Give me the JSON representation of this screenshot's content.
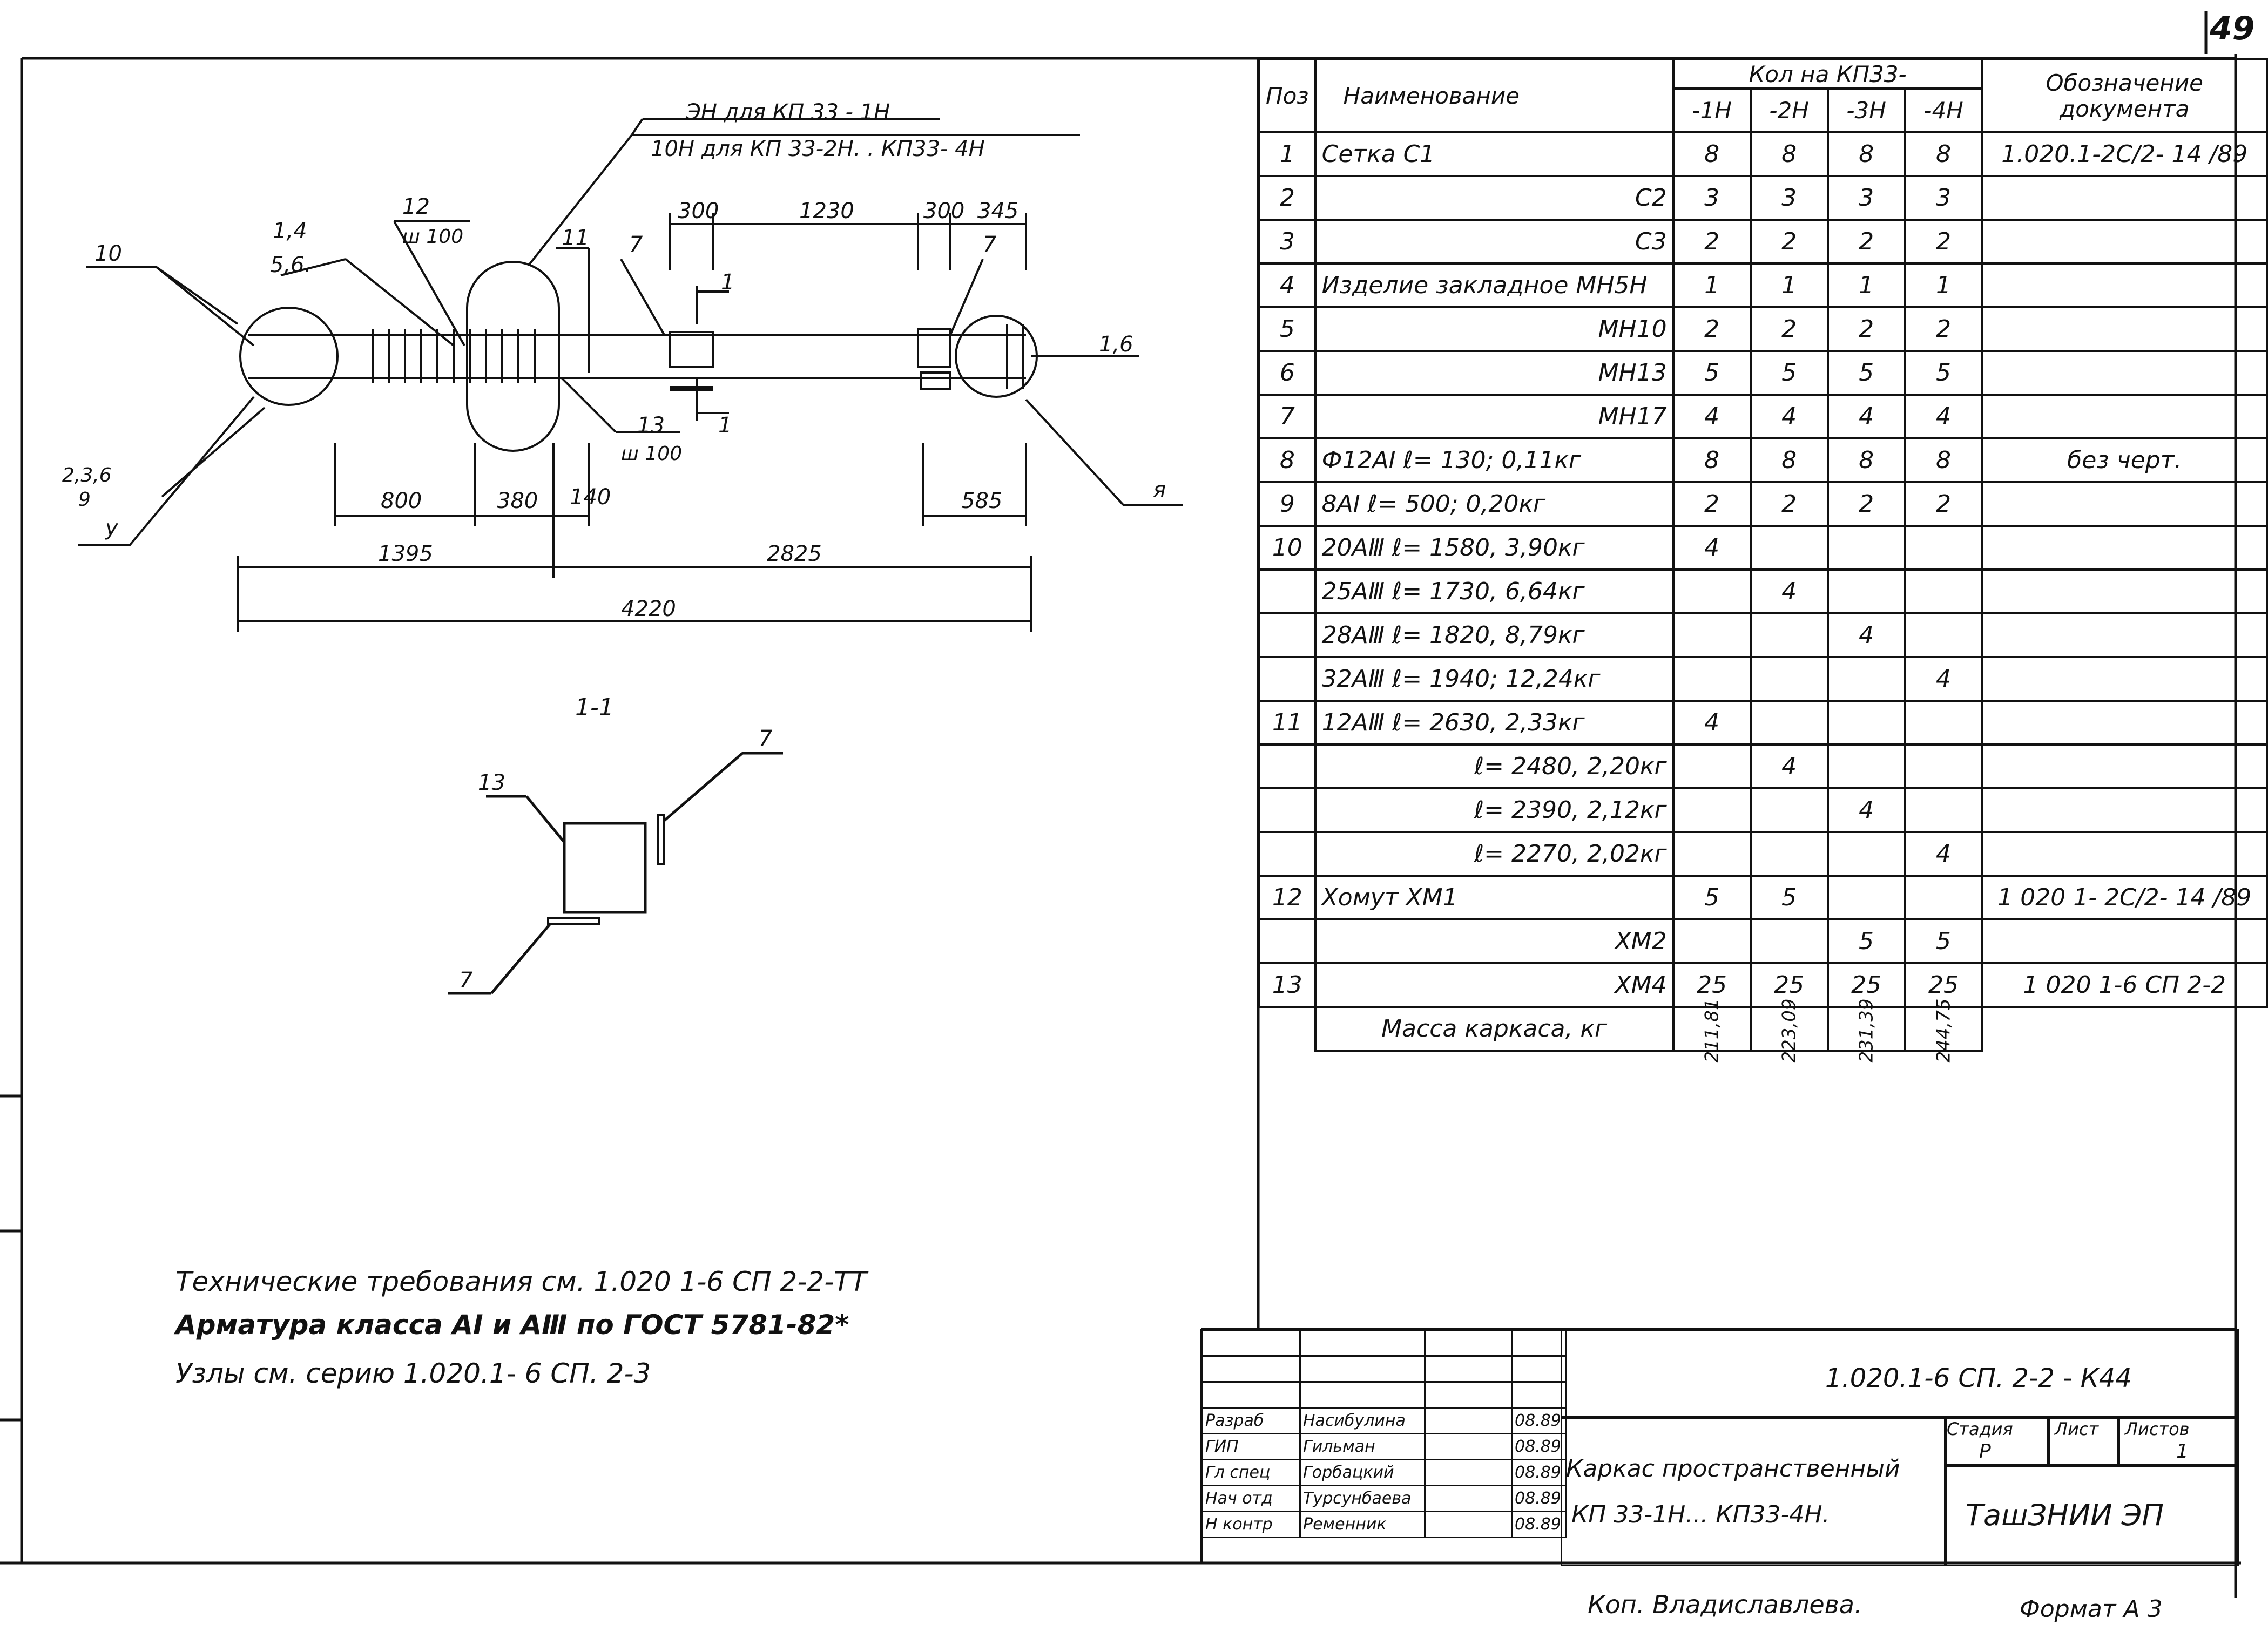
{
  "page_number": "49",
  "drawing": {
    "callout_top_1": "ЭН для КП 33 - 1Н",
    "callout_top_2": "10Н для КП 33-2Н. . КП33- 4Н",
    "dims_top": [
      "300",
      "1230",
      "300",
      "345"
    ],
    "dims_bottom": [
      "800",
      "380",
      "140",
      "585"
    ],
    "dims_total": [
      "1395",
      "2825",
      "4220"
    ],
    "label_10": "10",
    "label_14_58": [
      "1,4",
      "5,6."
    ],
    "label_12": "12",
    "label_12_sub": "ш 100",
    "label_11": "11",
    "label_7a": "7",
    "label_7b": "7",
    "label_1a": "1",
    "label_1b": "1",
    "label_13": "13",
    "label_13_sub": "ш 100",
    "label_16": "1,6",
    "label_236": "2,3,6",
    "label_9": "9",
    "label_y": "у",
    "label_ya": "я"
  },
  "section": {
    "title": "1-1",
    "label_13": "13",
    "label_7_top": "7",
    "label_7_bottom": "7"
  },
  "spec_table": {
    "headers": {
      "pos": "Поз",
      "name": "Наименование",
      "qty": "Кол на КП33-",
      "qty_cols": [
        "-1Н",
        "-2Н",
        "-3Н",
        "-4Н"
      ],
      "doc": "Обозначение документа"
    },
    "rows": [
      {
        "pos": "1",
        "name": "Сетка  С1",
        "q": [
          "8",
          "8",
          "8",
          "8"
        ],
        "doc": "1.020.1-2С/2- 14 /89"
      },
      {
        "pos": "2",
        "name": "С2",
        "q": [
          "3",
          "3",
          "3",
          "3"
        ],
        "doc": ""
      },
      {
        "pos": "3",
        "name": "С3",
        "q": [
          "2",
          "2",
          "2",
          "2"
        ],
        "doc": ""
      },
      {
        "pos": "4",
        "name": "Изделие закладное МН5Н",
        "q": [
          "1",
          "1",
          "1",
          "1"
        ],
        "doc": ""
      },
      {
        "pos": "5",
        "name": "МН10",
        "q": [
          "2",
          "2",
          "2",
          "2"
        ],
        "doc": ""
      },
      {
        "pos": "6",
        "name": "МН13",
        "q": [
          "5",
          "5",
          "5",
          "5"
        ],
        "doc": ""
      },
      {
        "pos": "7",
        "name": "МН17",
        "q": [
          "4",
          "4",
          "4",
          "4"
        ],
        "doc": ""
      },
      {
        "pos": "8",
        "name": "Ф12АI    ℓ= 130;  0,11кг",
        "q": [
          "8",
          "8",
          "8",
          "8"
        ],
        "doc": "без черт."
      },
      {
        "pos": "9",
        "name": "8АI      ℓ= 500;  0,20кг",
        "q": [
          "2",
          "2",
          "2",
          "2"
        ],
        "doc": ""
      },
      {
        "pos": "10",
        "name": "20АⅢ  ℓ= 1580,  3,90кг",
        "q": [
          "4",
          "",
          "",
          ""
        ],
        "doc": ""
      },
      {
        "pos": "",
        "name": "25АⅢ  ℓ= 1730,  6,64кг",
        "q": [
          "",
          "4",
          "",
          ""
        ],
        "doc": ""
      },
      {
        "pos": "",
        "name": "28АⅢ  ℓ= 1820,  8,79кг",
        "q": [
          "",
          "",
          "4",
          ""
        ],
        "doc": ""
      },
      {
        "pos": "",
        "name": "32АⅢ  ℓ= 1940;  12,24кг",
        "q": [
          "",
          "",
          "",
          "4"
        ],
        "doc": ""
      },
      {
        "pos": "11",
        "name": "12АⅢ  ℓ= 2630,  2,33кг",
        "q": [
          "4",
          "",
          "",
          ""
        ],
        "doc": ""
      },
      {
        "pos": "",
        "name": "ℓ= 2480,  2,20кг",
        "q": [
          "",
          "4",
          "",
          ""
        ],
        "doc": ""
      },
      {
        "pos": "",
        "name": "ℓ= 2390,  2,12кг",
        "q": [
          "",
          "",
          "4",
          ""
        ],
        "doc": ""
      },
      {
        "pos": "",
        "name": "ℓ= 2270,  2,02кг",
        "q": [
          "",
          "",
          "",
          "4"
        ],
        "doc": ""
      },
      {
        "pos": "12",
        "name": "Хомут  ХМ1",
        "q": [
          "5",
          "5",
          "",
          ""
        ],
        "doc": "1 020 1- 2С/2- 14 /89"
      },
      {
        "pos": "",
        "name": "ХМ2",
        "q": [
          "",
          "",
          "5",
          "5"
        ],
        "doc": ""
      },
      {
        "pos": "13",
        "name": "ХМ4",
        "q": [
          "25",
          "25",
          "25",
          "25"
        ],
        "doc": "1 020 1-6 СП 2-2"
      }
    ],
    "mass_label": "Масса каркаса, кг",
    "mass": [
      "211,81",
      "223,09",
      "231,39",
      "244,75"
    ]
  },
  "notes": [
    "Технические требования см. 1.020 1-6 СП 2-2-ТТ",
    "Арматура  класса  АI и АⅢ  по ГОСТ 5781-82*",
    "Узлы  см.  серию  1.020.1- 6 СП. 2-3"
  ],
  "title_block": {
    "code": "1.020.1-6 СП. 2-2 - К44",
    "roles": [
      "Разраб",
      "ГИП",
      "Гл спец",
      "Нач отд",
      "Н контр"
    ],
    "names": [
      "Насибулина",
      "Гильман",
      "Горбацкий",
      "Турсунбаева",
      "Ременник"
    ],
    "dates": [
      "08.89",
      "08.89",
      "08.89",
      "08.89",
      "08.89"
    ],
    "title_1": "Каркас пространственный",
    "title_2": "КП 33-1Н... КП33-4Н.",
    "stage_label": "Стадия",
    "sheet_label": "Лист",
    "sheets_label": "Листов",
    "stage": "Р",
    "sheet": "",
    "sheets": "1",
    "org": "ТашЗНИИ ЭП"
  },
  "footer": {
    "copied": "Коп.  Владиславлева.",
    "format": "Формат  А 3"
  }
}
